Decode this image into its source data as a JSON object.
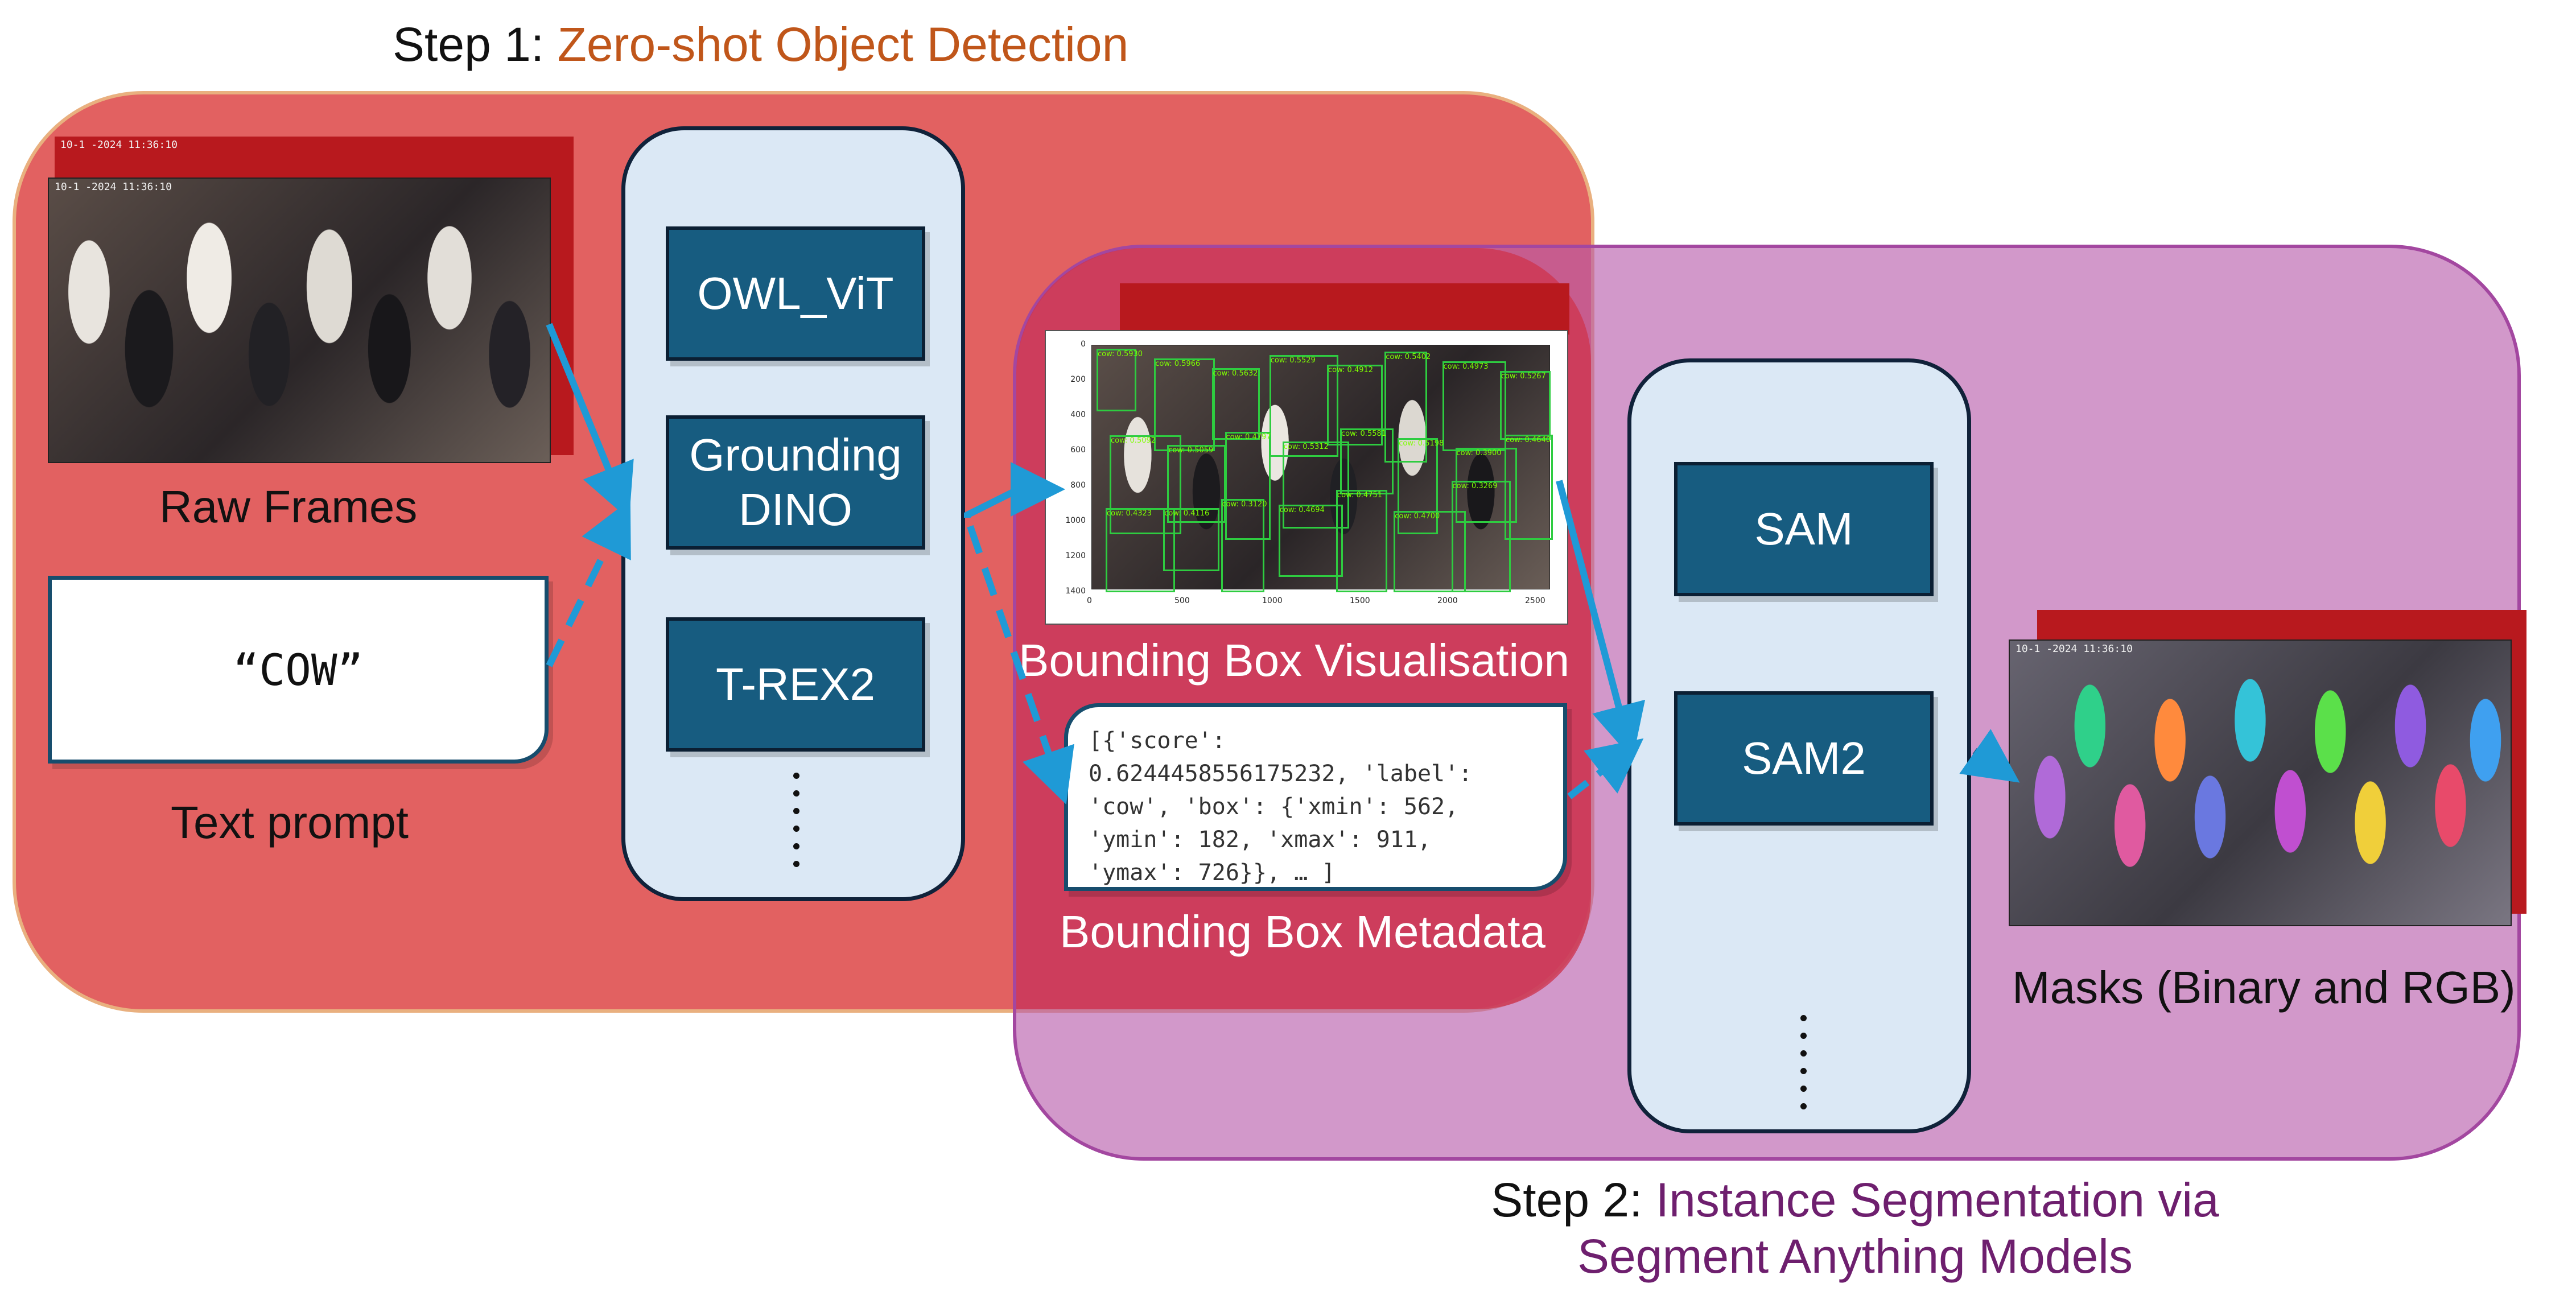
{
  "step1": {
    "prefix": "Step 1: ",
    "name": "Zero-shot Object Detection"
  },
  "step2": {
    "prefix": "Step 2: ",
    "name_line1": "Instance Segmentation via",
    "name_line2": "Segment Anything Models"
  },
  "inputs": {
    "raw_frames_label": "Raw Frames",
    "prompt_value": "“COW”",
    "prompt_label": "Text prompt",
    "frame_timestamp": "10-1 -2024 11:36:10"
  },
  "detection_models": [
    "OWL_ViT",
    "Grounding\nDINO",
    "T-REX2"
  ],
  "segmentation_models": [
    "SAM",
    "SAM2"
  ],
  "bbox_visualisation": {
    "label": "Bounding Box Visualisation",
    "y_ticks": [
      "0",
      "200",
      "400",
      "600",
      "800",
      "1000",
      "1200",
      "1400"
    ],
    "x_ticks": [
      "0",
      "500",
      "1000",
      "1500",
      "2000",
      "2500"
    ],
    "detections": [
      "cow: 0.5930",
      "cow: 0.5966",
      "cow: 0.5632",
      "cow: 0.5529",
      "cow: 0.4912",
      "cow: 0.5402",
      "cow: 0.4973",
      "cow: 0.5267",
      "cow: 0.5092",
      "cow: 0.5059",
      "cow: 0.4797",
      "cow: 0.5312",
      "cow: 0.5581",
      "cow: 0.5198",
      "cow: 0.3900",
      "cow: 0.4640",
      "cow: 0.4323",
      "cow: 0.4116",
      "cow: 0.3120",
      "cow: 0.4694",
      "cow: 0.4751",
      "cow: 0.4700",
      "cow: 0.3269"
    ]
  },
  "bbox_metadata": {
    "label": "Bounding Box Metadata",
    "lines": [
      "[{'score':",
      "0.6244458556175232, 'label':",
      "'cow', 'box': {'xmin': 562,",
      "'ymin': 182, 'xmax': 911,",
      "'ymax': 726}}, … ]"
    ]
  },
  "output": {
    "label": "Masks (Binary and RGB)"
  },
  "colors": {
    "step1_accent": "#c0561a",
    "step2_accent": "#6e1f6e",
    "arrow": "#1f9ad6",
    "model_box": "#175c80"
  }
}
